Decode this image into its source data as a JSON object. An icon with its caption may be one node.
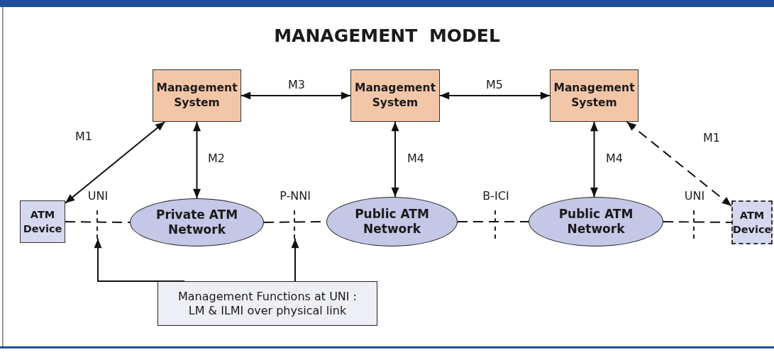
{
  "diagram": {
    "title": "MANAGEMENT MODEL",
    "nodes": [
      {
        "text": [
          "Management System"
        ]
      },
      {
        "text": [
          "Management System"
        ]
      },
      {
        "text": [
          "Management System"
        ]
      },
      {
        "text": [
          "ATM Device"
        ]
      },
      {
        "text": [],
        "shape": "bar",
        "beside": [
          "UNI"
        ]
      },
      {
        "text": [
          "Private ATM Network"
        ]
      },
      {
        "text": [],
        "shape": "bar",
        "beside": [
          "P-NNI"
        ]
      },
      {
        "text": [
          "Public ATM Network"
        ]
      },
      {
        "text": [],
        "shape": "bar",
        "beside": [
          "B-ICI"
        ]
      },
      {
        "text": [
          "Public ATM Network"
        ]
      },
      {
        "text": [],
        "shape": "bar",
        "beside": [
          "UNI"
        ]
      },
      {
        "text": [
          "ATM Device"
        ]
      },
      {
        "text": [
          "Management Functions at UNI : LM & ILMI over physical link"
        ]
      }
    ],
    "edges": [
      {
        "from": 0,
        "to": 3,
        "arrow": "both",
        "label": "M1"
      },
      {
        "from": 0,
        "to": 1,
        "arrow": "both",
        "label": "M3"
      },
      {
        "from": 1,
        "to": 2,
        "arrow": "both",
        "label": "M5"
      },
      {
        "from": 2,
        "to": 11,
        "arrow": "both",
        "label": "M1",
        "style": "dashed"
      },
      {
        "from": 0,
        "to": 5,
        "arrow": "both",
        "label": "M2"
      },
      {
        "from": 1,
        "to": 7,
        "arrow": "both",
        "label": "M4"
      },
      {
        "from": 2,
        "to": 9,
        "arrow": "both",
        "label": "M4"
      },
      {
        "from": 3,
        "to": 5,
        "arrow": "none",
        "style": "dashed"
      },
      {
        "from": 5,
        "to": 7,
        "arrow": "none",
        "style": "dashed"
      },
      {
        "from": 7,
        "to": 9,
        "arrow": "none",
        "style": "dashed"
      },
      {
        "from": 9,
        "to": 11,
        "arrow": "none",
        "style": "dashed"
      },
      {
        "from": 12,
        "to": 4,
        "arrow": "to"
      },
      {
        "from": 12,
        "to": 6,
        "arrow": "to"
      }
    ]
  }
}
